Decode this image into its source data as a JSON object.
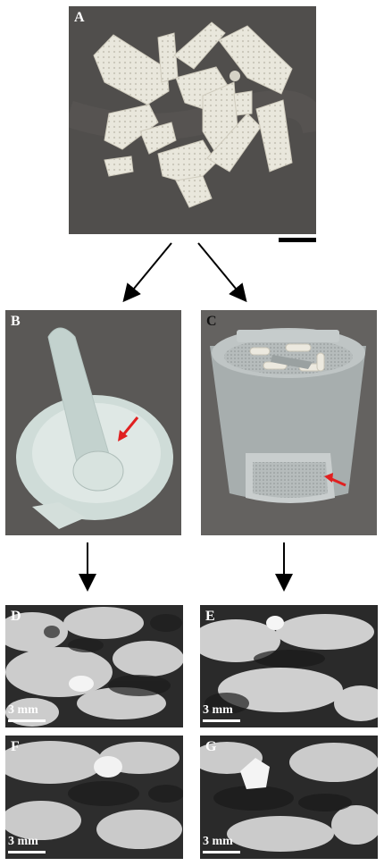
{
  "panels": {
    "a": {
      "label": "A"
    },
    "b": {
      "label": "B"
    },
    "c": {
      "label": "C"
    },
    "d": {
      "label": "D",
      "scale": "3 mm"
    },
    "e": {
      "label": "E",
      "scale": "3 mm"
    },
    "f": {
      "label": "F",
      "scale": "3 mm"
    },
    "g": {
      "label": "G",
      "scale": "3 mm"
    }
  },
  "colors": {
    "background_gray": "#575553",
    "coral_white": "#e8e6da",
    "porcelain": "#d7e1de",
    "sieve_gray": "#aab1b1",
    "red_arrow": "#e02020"
  }
}
